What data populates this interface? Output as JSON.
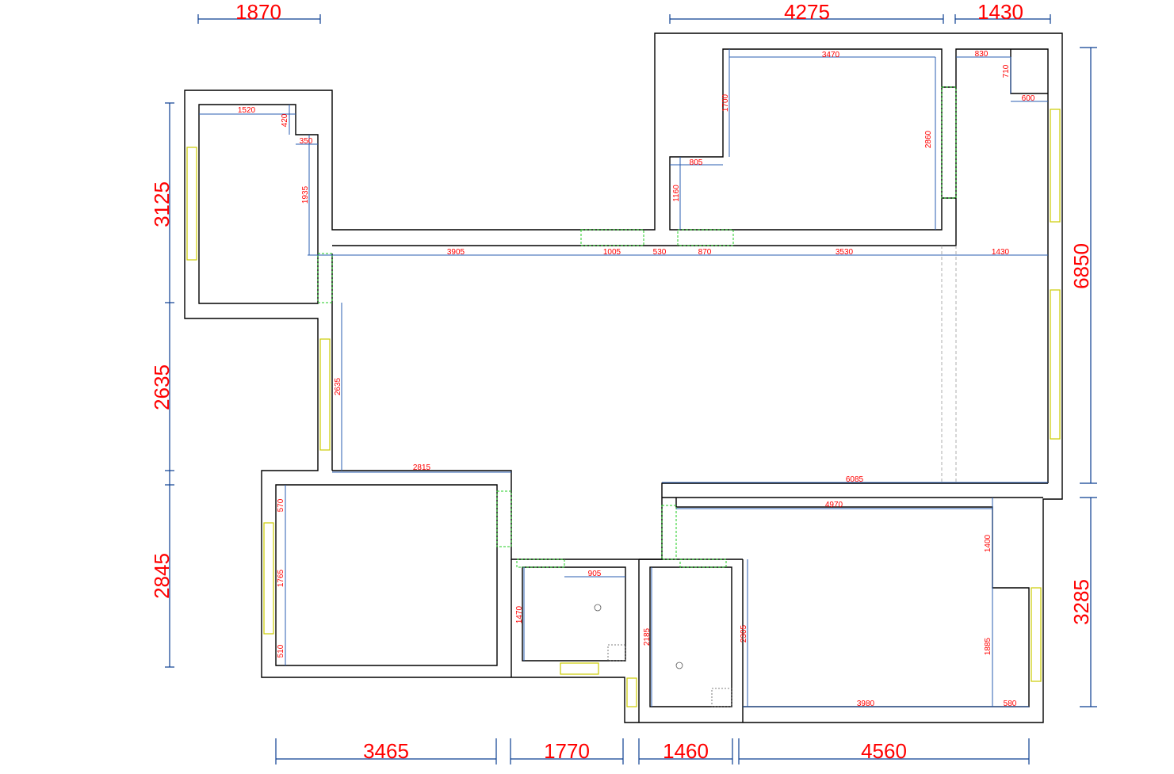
{
  "dimensions": {
    "top": [
      "1870",
      "4275",
      "1430"
    ],
    "bottom": [
      "3465",
      "1770",
      "1460",
      "4560"
    ],
    "left": [
      "3125",
      "2635",
      "2845"
    ],
    "right": [
      "6850",
      "3285"
    ],
    "interior": {
      "d1520": "1520",
      "d420": "420",
      "d350": "350",
      "d1935": "1935",
      "d3905": "3905",
      "d1005": "1005",
      "d530": "530",
      "d870": "870",
      "d3530": "3530",
      "d1430": "1430",
      "d3470": "3470",
      "d830": "830",
      "d710": "710",
      "d600": "600",
      "d1700": "1700",
      "d2860": "2860",
      "d805": "805",
      "d1160": "1160",
      "d2635": "2635",
      "d2815": "2815",
      "d6085": "6085",
      "d4970": "4970",
      "d1400": "1400",
      "d1885": "1885",
      "d570": "570",
      "d1765": "1765",
      "d510": "510",
      "d905": "905",
      "d1470": "1470",
      "d2185": "2185",
      "d2305": "2305",
      "d3980": "3980",
      "d580": "580"
    }
  },
  "colors": {
    "wall": "#000000",
    "dimension_line": "#0a3d91",
    "dimension_text": "#ff0000",
    "window": "#cccc00",
    "door_opening": "#22cc22"
  }
}
